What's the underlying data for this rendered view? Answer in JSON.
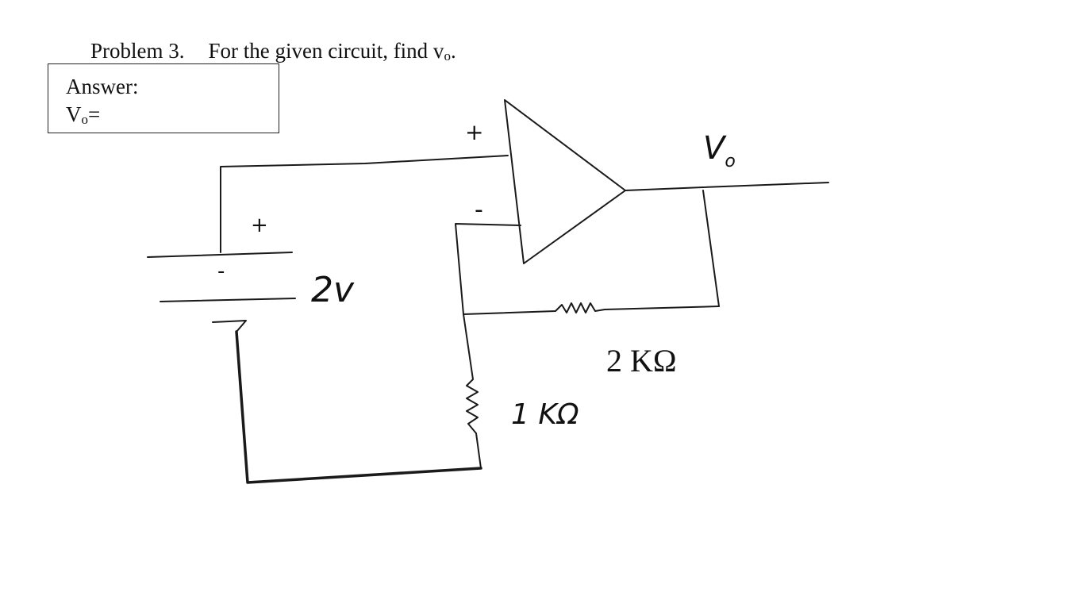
{
  "problem": {
    "number": "Problem 3.",
    "statement_prefix": "For the given circuit, find v",
    "statement_sub": "o",
    "statement_suffix": "."
  },
  "answer": {
    "label": "Answer:",
    "vo_main": "V",
    "vo_sub": "o",
    "vo_eq": "=",
    "value": ""
  },
  "circuit": {
    "source_voltage": "2v",
    "source_plus": "+",
    "source_minus": "-",
    "opamp_plus": "+",
    "opamp_minus": "-",
    "feedback_resistor": "2 KΩ",
    "ground_resistor": "1 KΩ",
    "output_label_main": "V",
    "output_label_sub": "o"
  }
}
